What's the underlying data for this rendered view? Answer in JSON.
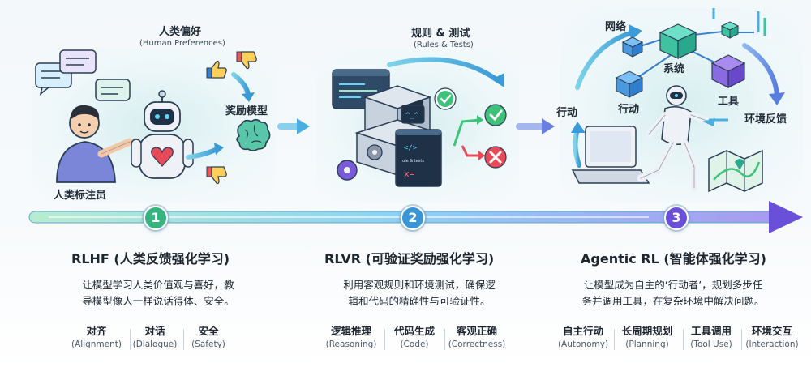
{
  "stage1": {
    "pref_zh": "人类偏好",
    "pref_en": "(Human Preferences)",
    "reward_zh": "奖励模型",
    "annotator_zh": "人类标注员",
    "title": "RLHF (人类反馈强化学习)",
    "desc1": "让模型学习人类价值观与喜好，教",
    "desc2": "导模型像人一样说话得体、安全。",
    "features": [
      {
        "zh": "对齐",
        "en": "(Alignment)"
      },
      {
        "zh": "对话",
        "en": "(Dialogue)"
      },
      {
        "zh": "安全",
        "en": "(Safety)"
      }
    ]
  },
  "stage2": {
    "rules_zh": "规则 & 测试",
    "rules_en": "(Rules & Tests)",
    "screen_text": "rule & tests",
    "title": "RLVR (可验证奖励强化学习)",
    "desc1": "利用客观规则和环境测试，确保逻",
    "desc2": "辑和代码的精确性与可验证性。",
    "features": [
      {
        "zh": "逻辑推理",
        "en": "(Reasoning)"
      },
      {
        "zh": "代码生成",
        "en": "(Code)"
      },
      {
        "zh": "客观正确",
        "en": "(Correctness)"
      }
    ]
  },
  "stage3": {
    "network": "网络",
    "system": "系统",
    "action_left": "行动",
    "action_mid": "行动",
    "tool": "工具",
    "feedback": "环境反馈",
    "title": "Agentic RL (智能体强化学习)",
    "desc1": "让模型成为自主的‘行动者’，规划多步任",
    "desc2": "务并调用工具，在复杂环境中解决问题。",
    "features": [
      {
        "zh": "自主行动",
        "en": "(Autonomy)"
      },
      {
        "zh": "长周期规划",
        "en": "(Planning)"
      },
      {
        "zh": "工具调用",
        "en": "(Tool Use)"
      },
      {
        "zh": "环境交互",
        "en": "(Interaction)"
      }
    ]
  },
  "timeline": {
    "nodes": [
      "1",
      "2",
      "3"
    ],
    "colors": {
      "start": "#4cc38a",
      "mid": "#3aa0e0",
      "end": "#6a4fd8"
    }
  }
}
